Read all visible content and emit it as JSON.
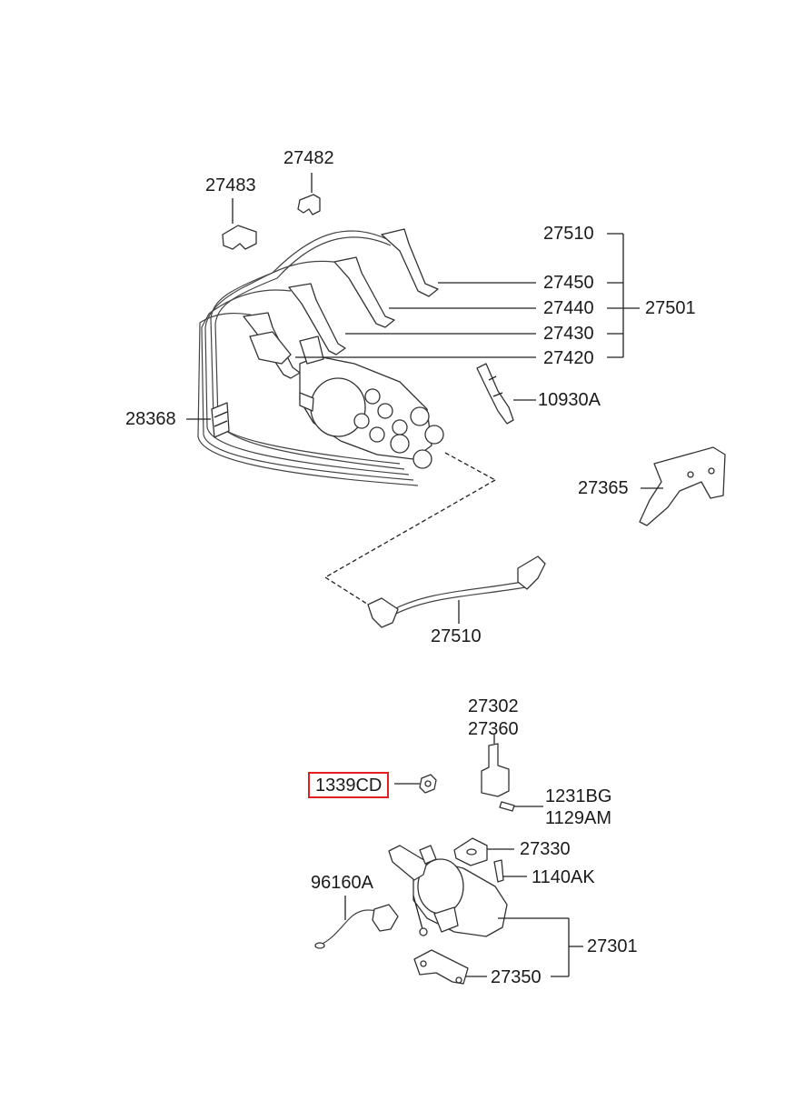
{
  "labels": {
    "p27482": "27482",
    "p27483": "27483",
    "p27510_top": "27510",
    "p27450": "27450",
    "p27440": "27440",
    "p27501": "27501",
    "p27430": "27430",
    "p27420": "27420",
    "p10930A": "10930A",
    "p28368": "28368",
    "p27365": "27365",
    "p27510_bottom": "27510",
    "p27302": "27302",
    "p27360": "27360",
    "p1339CD": "1339CD",
    "p1231BG": "1231BG",
    "p1129AM": "1129AM",
    "p27330": "27330",
    "p1140AK": "1140AK",
    "p96160A": "96160A",
    "p27301": "27301",
    "p27350": "27350"
  },
  "highlight_color": "#e02020"
}
